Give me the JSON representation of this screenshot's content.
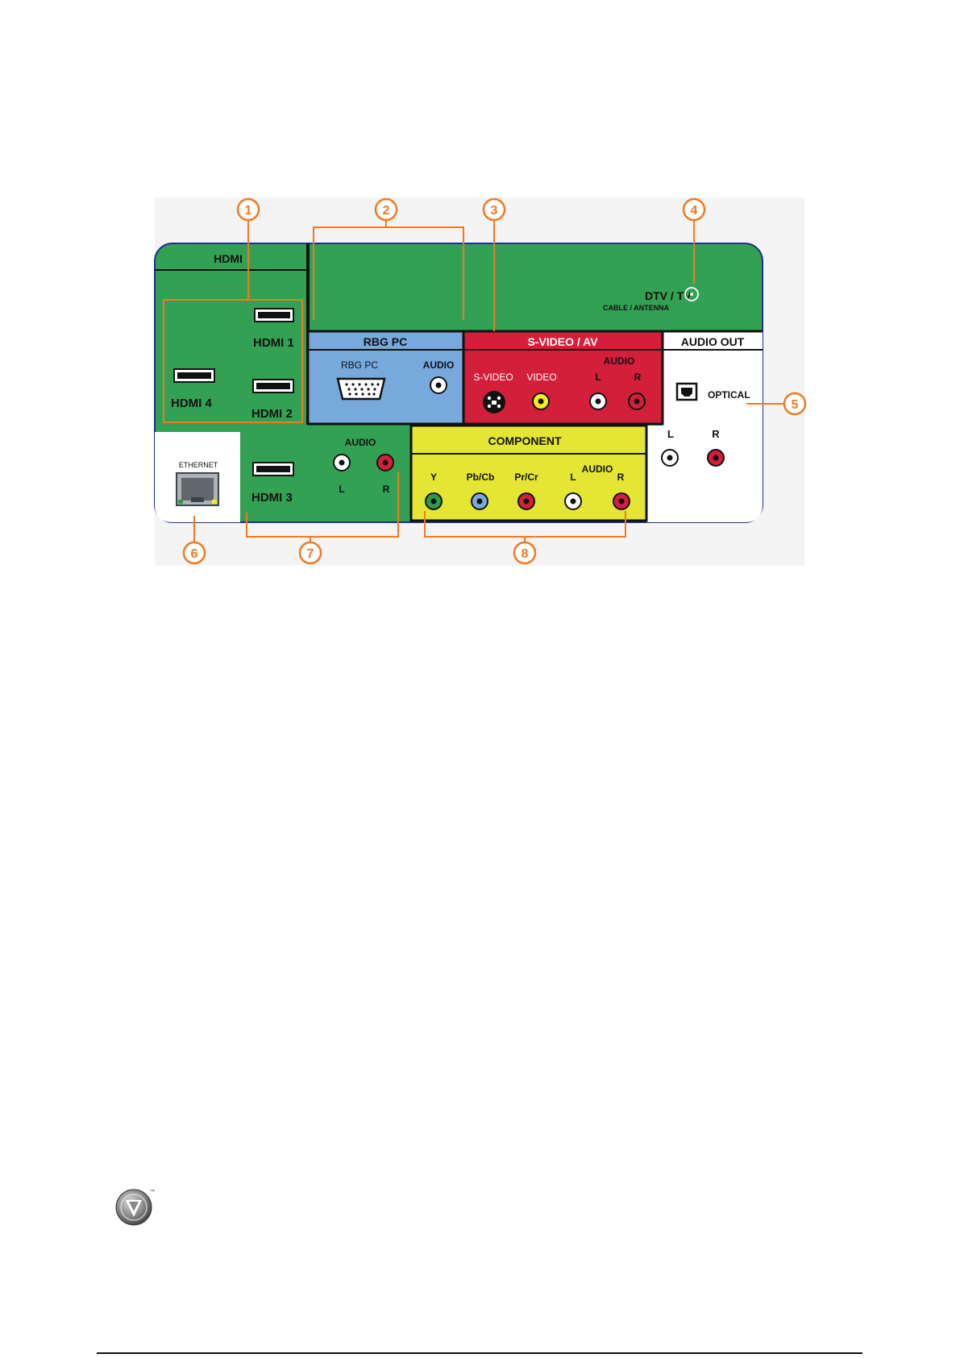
{
  "colors": {
    "panel_green": "#33a154",
    "rgb_blue": "#78a9dc",
    "svideo_red": "#d31f3a",
    "component_yellow": "#e4e633",
    "callout_orange": "#f07a23",
    "panel_outline": "#1f2f8a",
    "jack_white": "#ffffff",
    "jack_red": "#d31f3a",
    "jack_yellow": "#f5ec1c",
    "jack_green": "#2f9b47",
    "jack_blue": "#79aadb"
  },
  "callouts": [
    "1",
    "2",
    "3",
    "4",
    "5",
    "6",
    "7",
    "8"
  ],
  "panel": {
    "hdmi_header": "HDMI",
    "hdmi1": "HDMI 1",
    "hdmi2": "HDMI 2",
    "hdmi3": "HDMI 3",
    "hdmi4": "HDMI 4",
    "dtv_title": "DTV / TV",
    "dtv_sub": "CABLE / ANTENNA",
    "rgb_header": "RBG PC",
    "rgb_port": "RBG PC",
    "rgb_audio": "AUDIO",
    "svideo_header": "S-VIDEO / AV",
    "svideo_port": "S-VIDEO",
    "video_port": "VIDEO",
    "av_audio": "AUDIO",
    "av_l": "L",
    "av_r": "R",
    "audio_out_header": "AUDIO OUT",
    "optical": "OPTICAL",
    "out_l": "L",
    "out_r": "R",
    "ethernet": "ETHERNET",
    "hdmi3_audio": "AUDIO",
    "hdmi3_l": "L",
    "hdmi3_r": "R",
    "component_header": "COMPONENT",
    "comp_y": "Y",
    "comp_pb": "Pb/Cb",
    "comp_pr": "Pr/Cr",
    "comp_audio": "AUDIO",
    "comp_l": "L",
    "comp_r": "R"
  },
  "logo": {
    "tm": "™",
    "icon": "vizio-v-logo"
  }
}
